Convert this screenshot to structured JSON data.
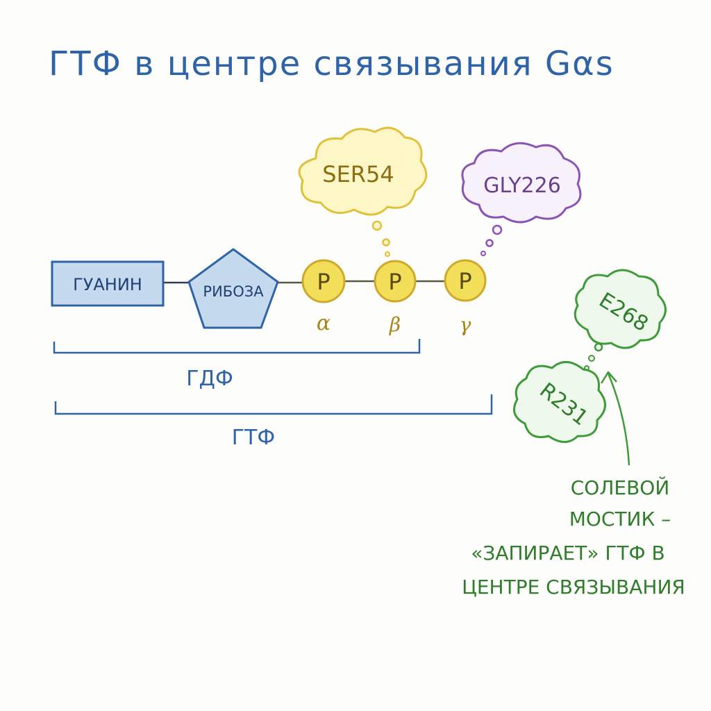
{
  "title": "ГТФ в центре связывания Gαs",
  "colors": {
    "blue": "#2f63a8",
    "blue_fill": "#c5d9ef",
    "yellow_fill": "#f3de5a",
    "yellow_stroke": "#cfa92a",
    "yellow_text": "#8a6d10",
    "purple": "#8a53b4",
    "green": "#3f9a3a",
    "green_text": "#2f7d2a"
  },
  "molecule": {
    "guanine": "ГУАНИН",
    "ribose": "РИБОЗА",
    "phosphates": [
      {
        "symbol": "P",
        "greek": "α"
      },
      {
        "symbol": "P",
        "greek": "β"
      },
      {
        "symbol": "P",
        "greek": "γ"
      }
    ]
  },
  "brackets": {
    "gdp": "ГДФ",
    "gtp": "ГТФ"
  },
  "clouds": {
    "ser": "SER54",
    "gly": "GLY226",
    "e268": "E268",
    "r231": "R231"
  },
  "note": {
    "lines": [
      "СОЛЕВОЙ",
      "МОСТИК –",
      "«ЗАПИРАЕТ» ГТФ В",
      "ЦЕНТРЕ СВЯЗЫВАНИЯ"
    ]
  }
}
